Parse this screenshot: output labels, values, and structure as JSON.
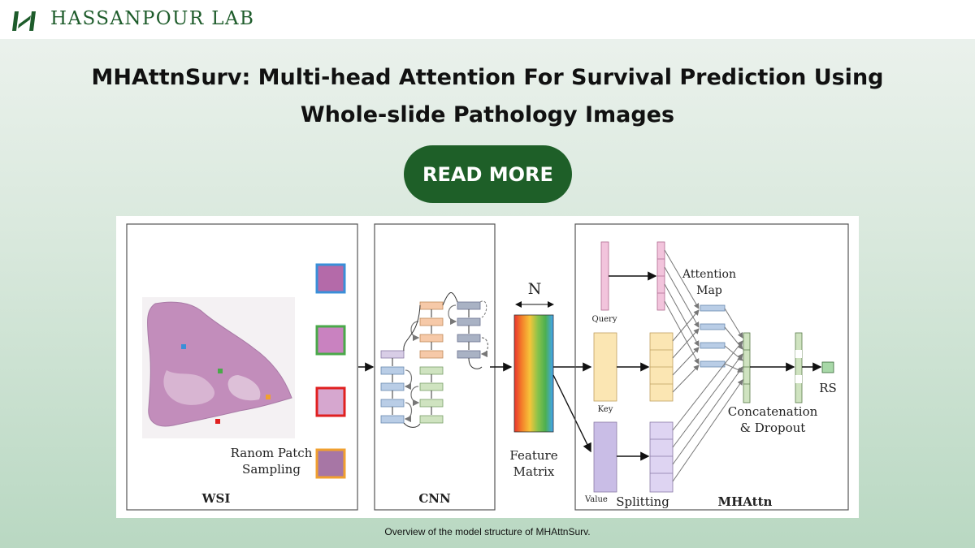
{
  "brand": {
    "name": "HASSANPOUR LAB",
    "color": "#1e5c2b"
  },
  "article": {
    "title_line1": "MHAttnSurv: Multi-head Attention For Survival Prediction Using",
    "title_line2": "Whole-slide Pathology Images",
    "cta_label": "READ MORE",
    "cta_color": "#1e5f28"
  },
  "figure": {
    "panels": {
      "wsi": "WSI",
      "cnn": "CNN",
      "mhattn": "MHAttn"
    },
    "patch_label_line1": "Ranom Patch",
    "patch_label_line2": "Sampling",
    "n_label": "N",
    "feature_line1": "Feature",
    "feature_line2": "Matrix",
    "query": "Query",
    "key": "Key",
    "value": "Value",
    "splitting": "Splitting",
    "attention_line1": "Attention",
    "attention_line2": "Map",
    "concat_line1": "Concatenation",
    "concat_line2": "& Dropout",
    "rs": "RS",
    "caption": "Overview of the model structure of MHAttnSurv.",
    "patch_colors": [
      "#3a8fd8",
      "#4aa84a",
      "#e02020",
      "#f0a030"
    ]
  }
}
